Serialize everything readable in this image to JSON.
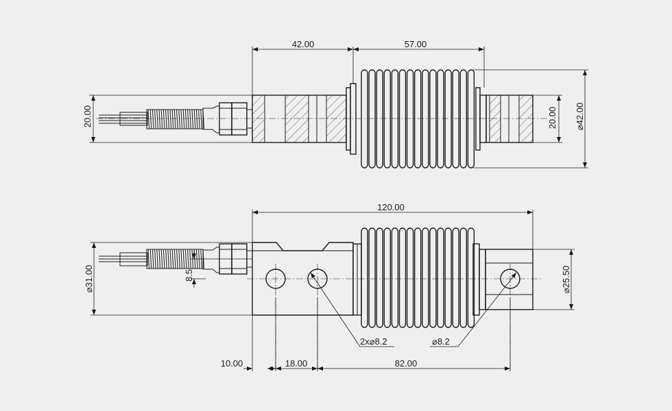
{
  "top_view": {
    "dims": {
      "length_a": "42.00",
      "length_b": "57.00",
      "height_left": "20.00",
      "height_right": "20.00",
      "diameter_bellows": "42.00"
    }
  },
  "bottom_view": {
    "dims": {
      "overall_length": "120.00",
      "diameter_body": "31.00",
      "offset": "8.5",
      "diameter_right": "25.50",
      "hole_pair": "2x",
      "hole_pair_size": "8.2",
      "hole_single": "8.2",
      "pos_a": "10.00",
      "pos_b": "18.00",
      "pos_c": "82.00"
    }
  },
  "symbols": {
    "diameter": "⌀"
  }
}
